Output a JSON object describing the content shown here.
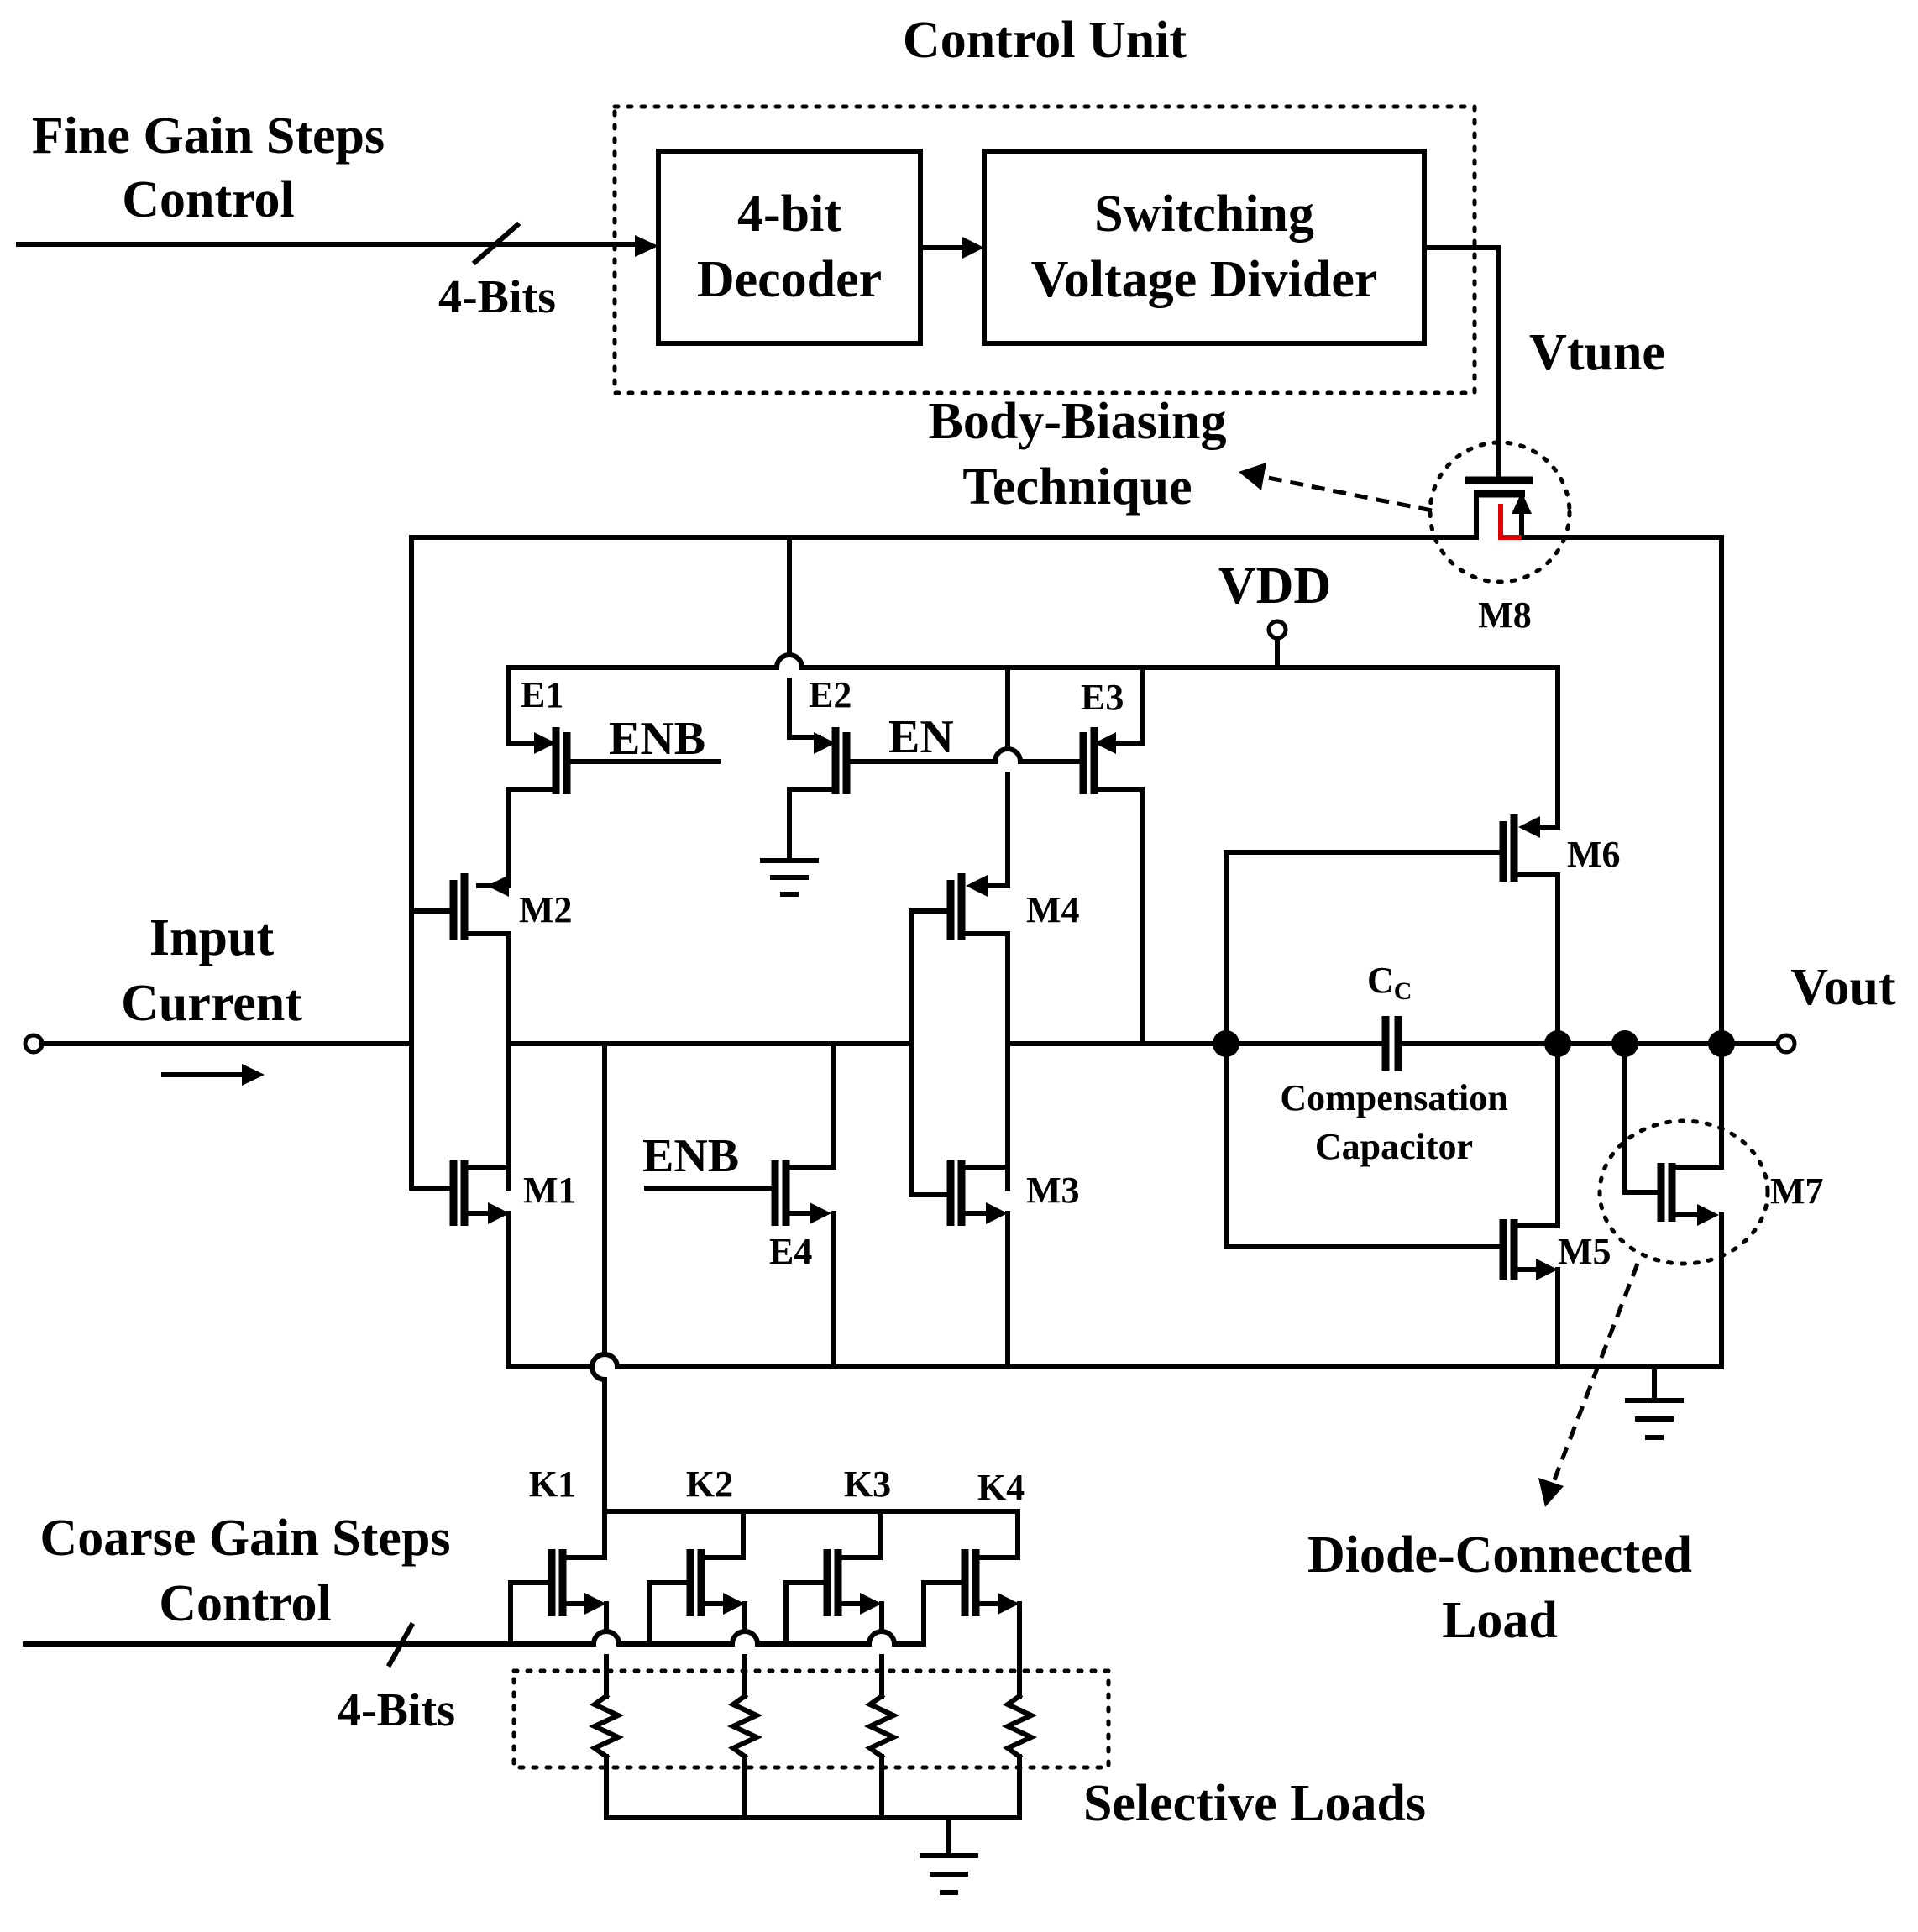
{
  "title": "Control Unit",
  "labels": {
    "fine_gain_line1": "Fine Gain Steps",
    "fine_gain_line2": "Control",
    "fine_bits": "4-Bits",
    "decoder_line1": "4-bit",
    "decoder_line2": "Decoder",
    "divider_line1": "Switching",
    "divider_line2": "Voltage Divider",
    "vtune": "Vtune",
    "body_bias_line1": "Body-Biasing",
    "body_bias_line2": "Technique",
    "m8": "M8",
    "vdd": "VDD",
    "e1": "E1",
    "e2": "E2",
    "e3": "E3",
    "e4": "E4",
    "enb_top": "ENB",
    "en": "EN",
    "enb_bottom": "ENB",
    "m1": "M1",
    "m2": "M2",
    "m3": "M3",
    "m4": "M4",
    "m5": "M5",
    "m6": "M6",
    "m7": "M7",
    "input_line1": "Input",
    "input_line2": "Current",
    "vout": "Vout",
    "cc_main": "C",
    "cc_sub": "C",
    "comp_line1": "Compensation",
    "comp_line2": "Capacitor",
    "k1": "K1",
    "k2": "K2",
    "k3": "K3",
    "k4": "K4",
    "coarse_gain_line1": "Coarse Gain Steps",
    "coarse_gain_line2": "Control",
    "coarse_bits": "4-Bits",
    "selective_loads": "Selective Loads",
    "diode_line1": "Diode-Connected",
    "diode_line2": "Load"
  },
  "colors": {
    "wire": "#000000",
    "body_bias_highlight": "#e00000",
    "background": "#ffffff"
  }
}
